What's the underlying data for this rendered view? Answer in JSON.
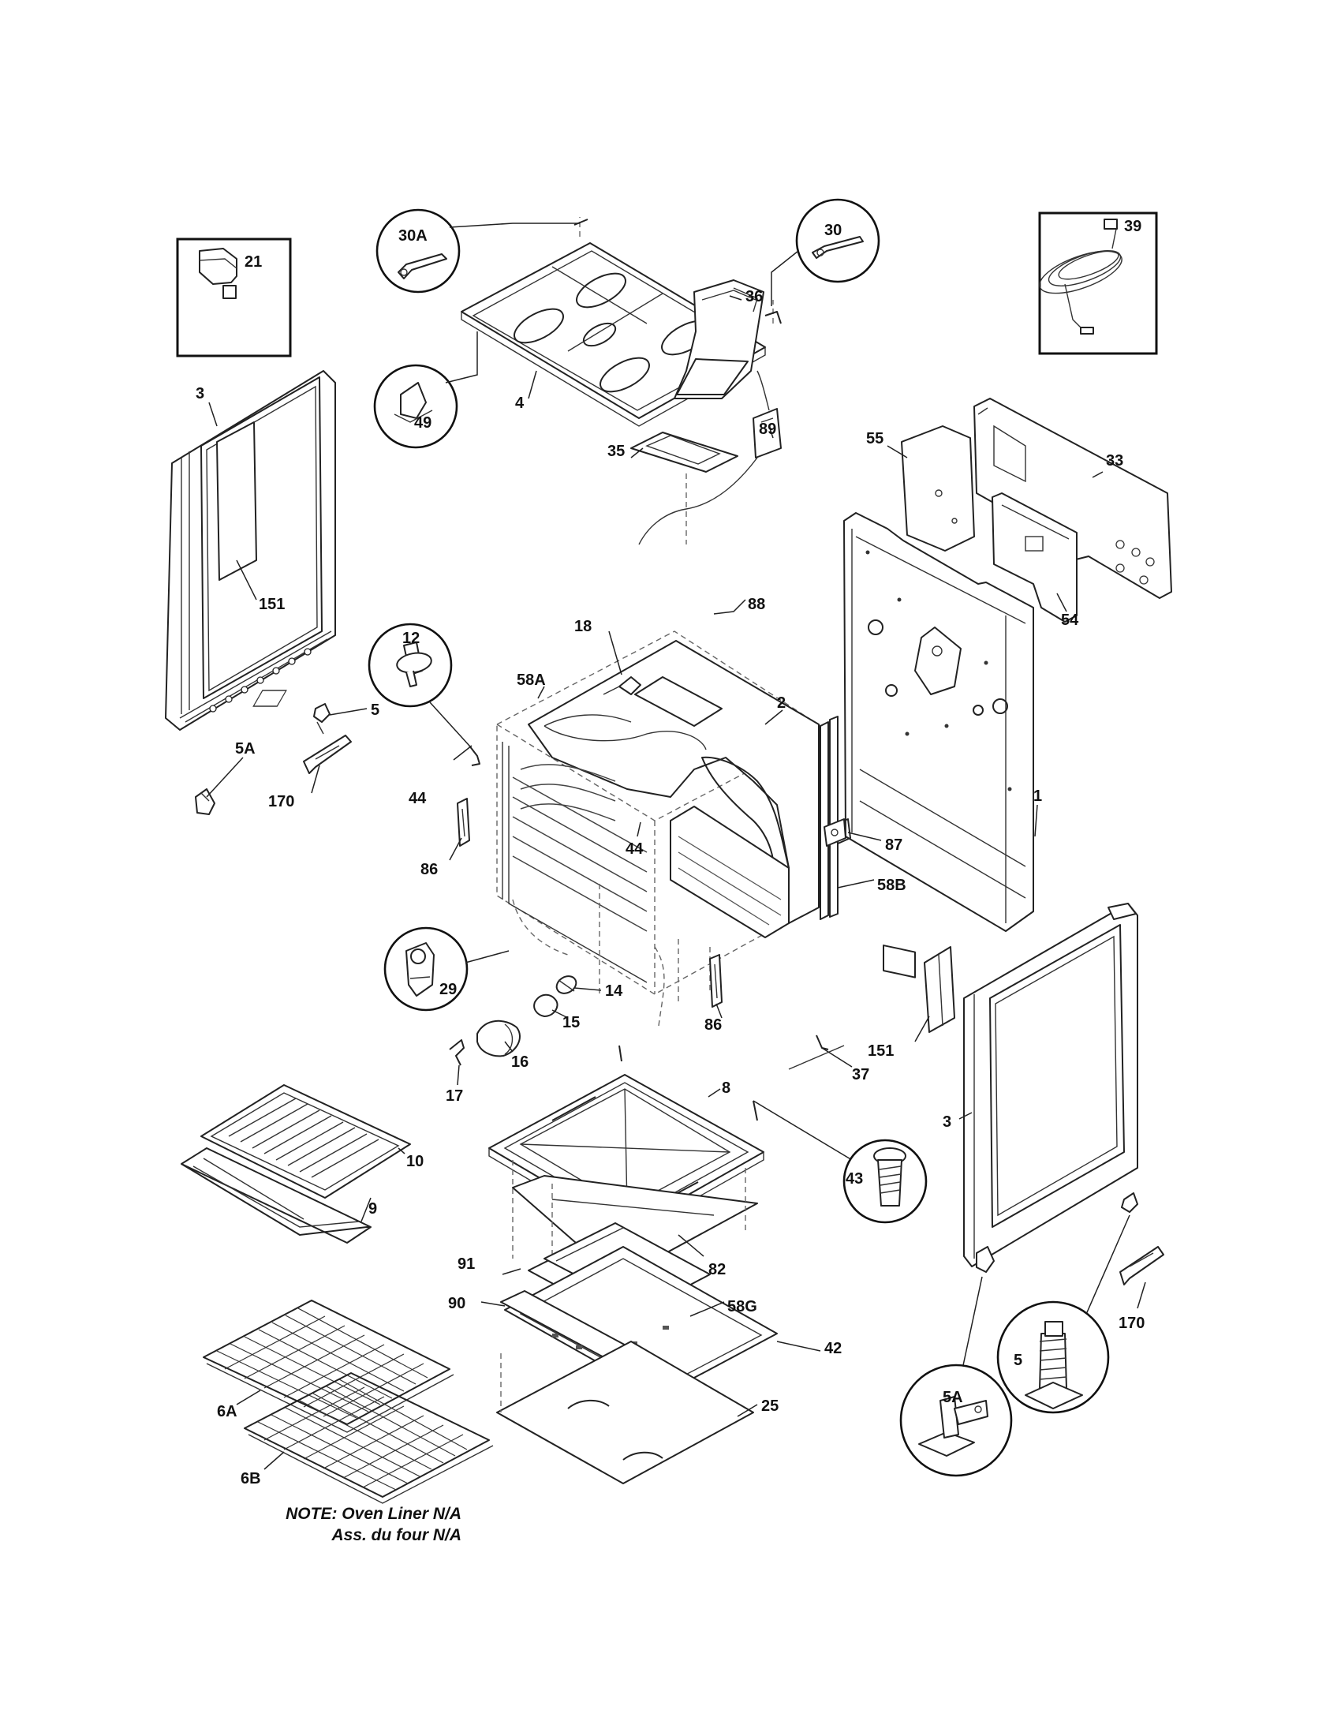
{
  "labels": {
    "p21": "21",
    "p30A": "30A",
    "p30": "30",
    "p39": "39",
    "p3_left": "3",
    "p49": "49",
    "p4": "4",
    "p36": "36",
    "p55": "55",
    "p33": "33",
    "p35": "35",
    "p89": "89",
    "p88": "88",
    "p54": "54",
    "p151_left": "151",
    "p12": "12",
    "p58A": "58A",
    "p18": "18",
    "p2": "2",
    "p5_left": "5",
    "p5A_left": "5A",
    "p44_left": "44",
    "p170_left": "170",
    "p1": "1",
    "p87": "87",
    "p44_mid": "44",
    "p86_left": "86",
    "p58B": "58B",
    "p29": "29",
    "p14": "14",
    "p15": "15",
    "p86_right": "86",
    "p151_right": "151",
    "p16": "16",
    "p37": "37",
    "p17": "17",
    "p8": "8",
    "p3_right": "3",
    "p10": "10",
    "p43": "43",
    "p9": "9",
    "p82": "82",
    "p91": "91",
    "p58G": "58G",
    "p90": "90",
    "p42": "42",
    "p170_right": "170",
    "p5_right": "5",
    "p25": "25",
    "p6A": "6A",
    "p5A_right": "5A",
    "p6B": "6B"
  },
  "note": {
    "line1": "NOTE: Oven Liner N/A",
    "line2": "Ass. du four N/A"
  }
}
